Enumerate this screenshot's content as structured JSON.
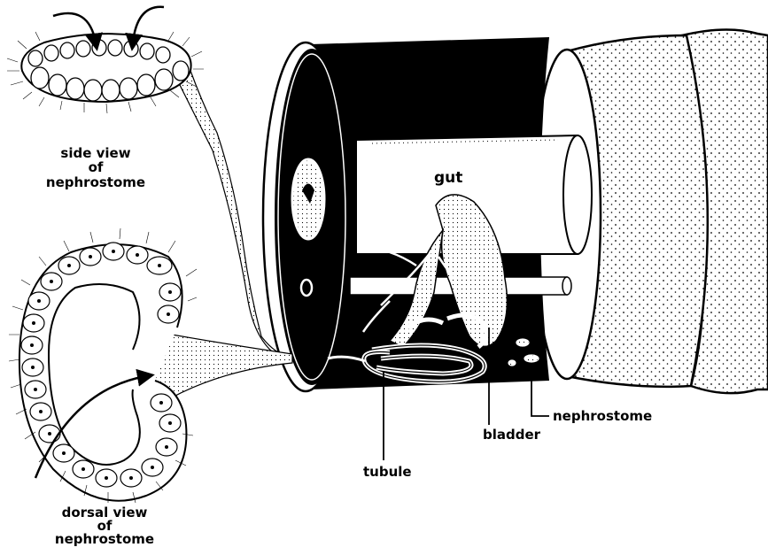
{
  "labels": {
    "side_view_line1": "side view",
    "side_view_line2": "of",
    "side_view_line3": "nephrostome",
    "dorsal_view_line1": "dorsal view",
    "dorsal_view_line2": "of",
    "dorsal_view_line3": "nephrostome",
    "gut": "gut",
    "tubule": "tubule",
    "bladder": "bladder",
    "nephrostome": "nephrostome"
  },
  "colors": {
    "ink": "#000000",
    "paper": "#ffffff",
    "stipple": "#cfcfcf"
  }
}
